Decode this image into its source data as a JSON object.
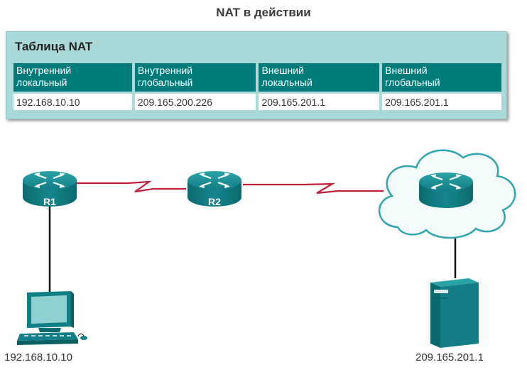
{
  "title": "NAT в действии",
  "table": {
    "title": "Таблица NAT",
    "headers": [
      [
        "Внутренний",
        "локальный"
      ],
      [
        "Внутренний",
        "глобальный"
      ],
      [
        "Внешний",
        "локальный"
      ],
      [
        "Внешний",
        "глобальный"
      ]
    ],
    "values": [
      "192.168.10.10",
      "209.165.200.226",
      "209.165.201.1",
      "209.165.201.1"
    ]
  },
  "network": {
    "r1_label": "R1",
    "r2_label": "R2",
    "pc_ip": "192.168.10.10",
    "server_ip": "209.165.201.1"
  },
  "colors": {
    "accent": "#007b7b",
    "panel": "#a9d9d9",
    "device": "#0f7f86",
    "serial_link": "#c0203a"
  }
}
